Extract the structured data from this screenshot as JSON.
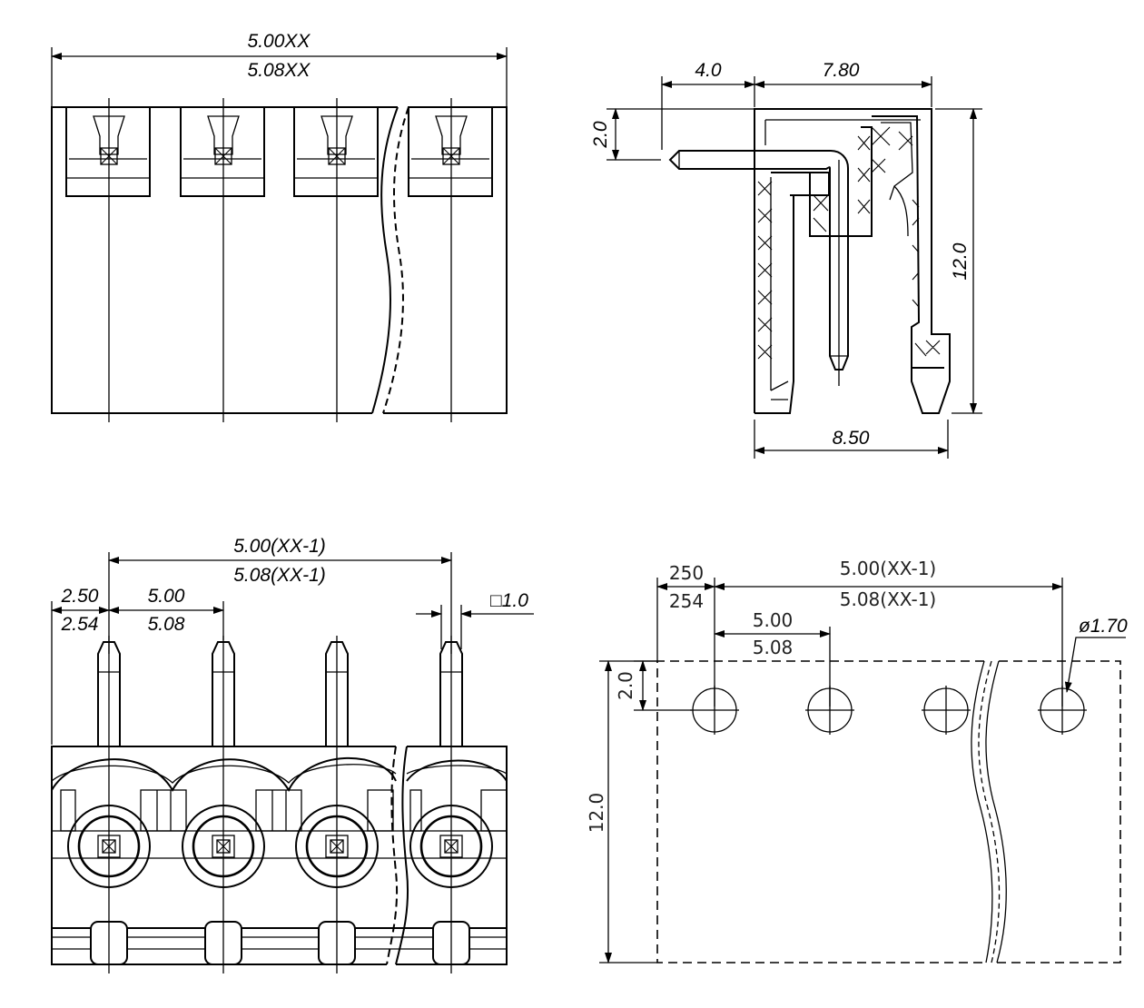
{
  "front_view": {
    "width_500": "5.00XX",
    "width_508": "5.08XX"
  },
  "side_view": {
    "pin_ext": "4.0",
    "body_top": "7.80",
    "pin_height": "2.0",
    "height": "12.0",
    "base_width": "8.50"
  },
  "bottom_view": {
    "span_500": "5.00(XX-1)",
    "span_508": "5.08(XX-1)",
    "edge_250": "2.50",
    "edge_254": "2.54",
    "pitch_500": "5.00",
    "pitch_508": "5.08",
    "pin_square": "□1.0"
  },
  "pcb_layout": {
    "edge_250": "250",
    "edge_254": "254",
    "span_500": "5.00(XX-1)",
    "span_508": "5.08(XX-1)",
    "pitch_500": "5.00",
    "pitch_508": "5.08",
    "hole_dia": "ø1.70",
    "hole_offset": "2.0",
    "height": "12.0"
  }
}
